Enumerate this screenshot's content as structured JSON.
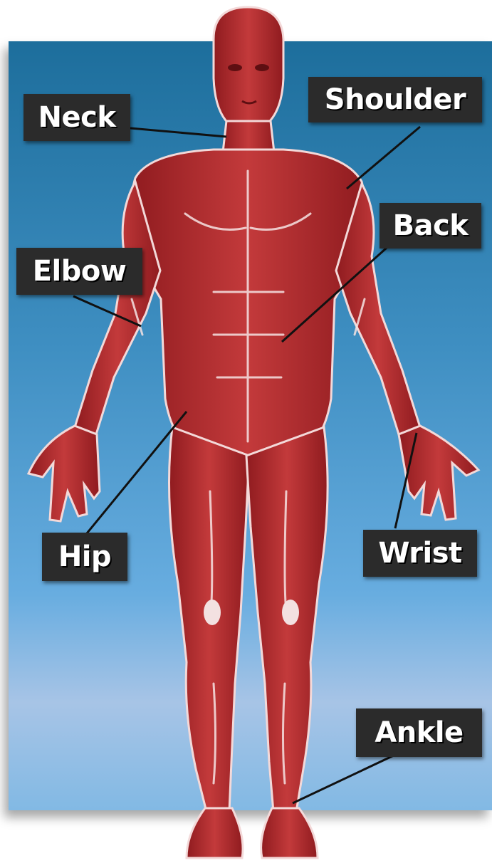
{
  "labels": {
    "neck": "Neck",
    "shoulder": "Shoulder",
    "back": "Back",
    "elbow": "Elbow",
    "hip": "Hip",
    "wrist": "Wrist",
    "ankle": "Ankle"
  },
  "colors": {
    "background_top": "#1d6e9c",
    "background_bottom": "#82b9e4",
    "label_background": "#2b2b2b",
    "label_text": "#ffffff",
    "muscle": "#b5262a",
    "tendon": "#f5e6e6",
    "leader_line": "#111111"
  }
}
